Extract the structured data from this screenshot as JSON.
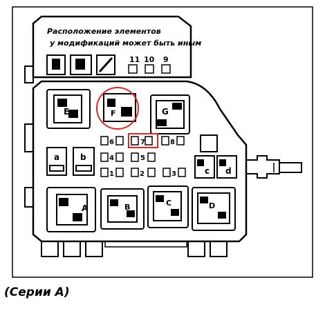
{
  "note": {
    "line1": "Расположение элементов",
    "line2": "у модификаций может быть иным"
  },
  "caption": "(Серии А)",
  "components": {
    "E": "E",
    "F": "F",
    "G": "G",
    "A": "A",
    "B": "B",
    "C": "C",
    "D": "D",
    "a": "a",
    "b": "b",
    "c": "c",
    "d": "d"
  },
  "fuses": {
    "f1": "1",
    "f2": "2",
    "f3": "3",
    "f4": "4",
    "f5": "5",
    "f6": "6",
    "f7": "7",
    "f8": "8",
    "f9": "9",
    "f10": "10",
    "f11": "11"
  },
  "colors": {
    "line": "#000000",
    "highlight": "#d62828"
  }
}
